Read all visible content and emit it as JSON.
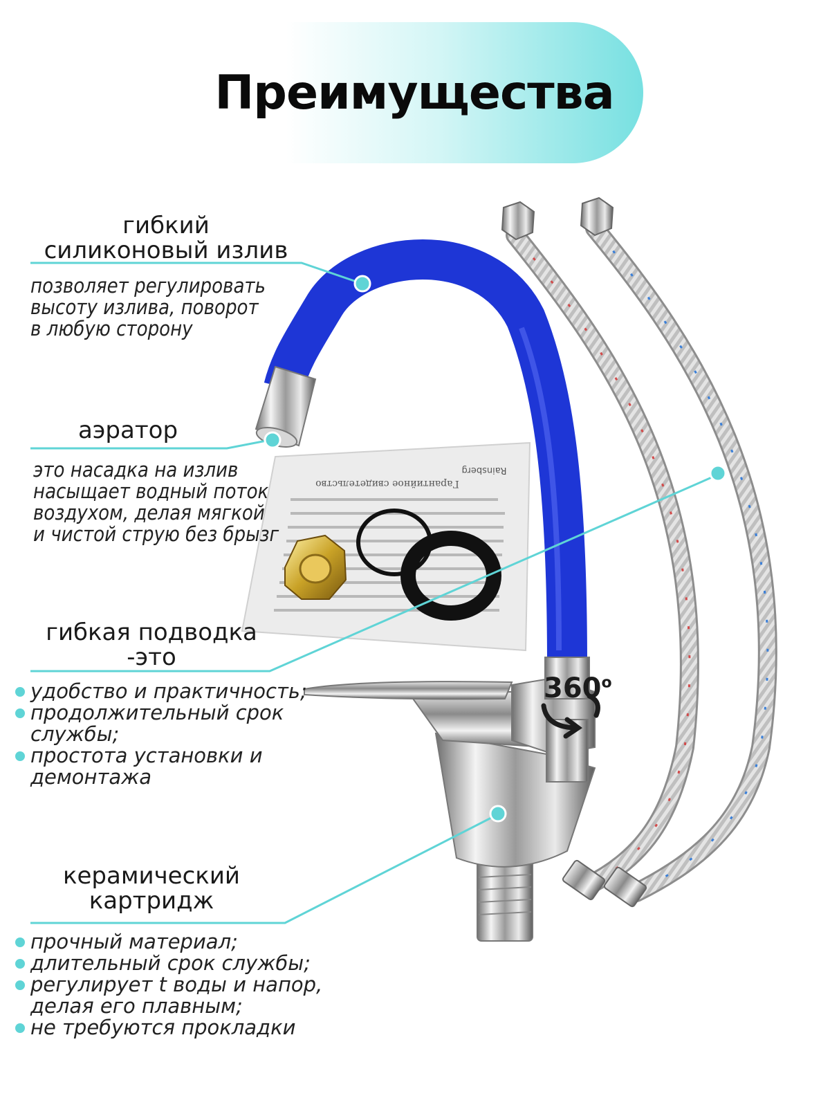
{
  "title": "Преимущества",
  "colors": {
    "accent": "#5fd4d6",
    "spout": "#1e36d6",
    "text": "#1a1a1a"
  },
  "sections": {
    "spout": {
      "heading": [
        "гибкий",
        "силиконовый излив"
      ],
      "description": [
        "позволяет регулировать",
        "высоту излива, поворот",
        "в любую сторону"
      ]
    },
    "aerator": {
      "heading": [
        "аэратор"
      ],
      "description": [
        "это насадка на излив",
        "насыщает водный поток",
        "воздухом, делая мягкой",
        "и чистой струю без брызг"
      ]
    },
    "hose": {
      "heading": [
        "гибкая подводка",
        "-это"
      ],
      "bullets": [
        [
          "удобство и практичность;"
        ],
        [
          "продолжительный срок",
          "службы;"
        ],
        [
          "простота установки и",
          "демонтажа"
        ]
      ]
    },
    "cartridge": {
      "heading": [
        "керамический",
        "картридж"
      ],
      "bullets": [
        [
          "прочный материал;"
        ],
        [
          "длительный срок службы;"
        ],
        [
          "регулирует t воды и напор,",
          "делая его плавным;"
        ],
        [
          "не требуются прокладки"
        ]
      ]
    }
  },
  "rotation_badge": "360",
  "rotation_degree": "o",
  "warranty_doc": {
    "brand": "Rainsberg",
    "title": "Гарантийное свидетельство"
  }
}
